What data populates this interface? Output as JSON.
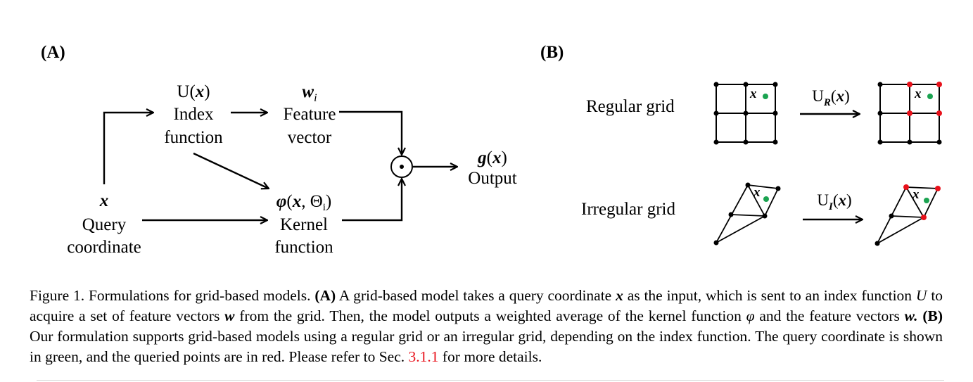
{
  "panel_a": {
    "label": "(A)",
    "index_math": "U(x)",
    "index_line1": "Index",
    "index_line2": "function",
    "feature_math": "wi",
    "feature_line1": "Feature",
    "feature_line2": "vector",
    "op_symbol": "⊙",
    "output_math": "g(x)",
    "output_label": "Output",
    "query_math": "x",
    "query_line1": "Query",
    "query_line2": "coordinate",
    "kernel_math": "φ(x, Θi)",
    "kernel_line1": "Kernel",
    "kernel_line2": "function"
  },
  "panel_b": {
    "label": "(B)",
    "regular_label": "Regular grid",
    "irregular_label": "Irregular grid",
    "regular_arrow_math": "UR(x)",
    "irregular_arrow_math": "UI(x)",
    "point_label": "x",
    "query_color": "#1aa350",
    "queried_color": "#e8101a"
  },
  "caption": {
    "figure_label": "Figure 1.",
    "intro": "Formulations for grid-based models.",
    "a_tag": "(A)",
    "a_text1": "A grid-based model takes a query coordinate",
    "x_sym": "x",
    "a_text2": "as the input, which is sent to an index function",
    "u_sym": "U",
    "a_text3": "to acquire a set of feature vectors",
    "w_sym": "w",
    "a_text4": "from the grid. Then, the model outputs a weighted average of the kernel function",
    "phi_sym": "φ",
    "a_text5": "and the feature vectors",
    "w_sym2": "w.",
    "b_tag": "(B)",
    "b_text1": "Our formulation supports grid-based models using a regular grid or an irregular grid, depending on the index function. The query coordinate is shown in green, and the queried points are in red. Please refer to Sec.",
    "ref": "3.1.1",
    "b_text2": "for more details."
  }
}
